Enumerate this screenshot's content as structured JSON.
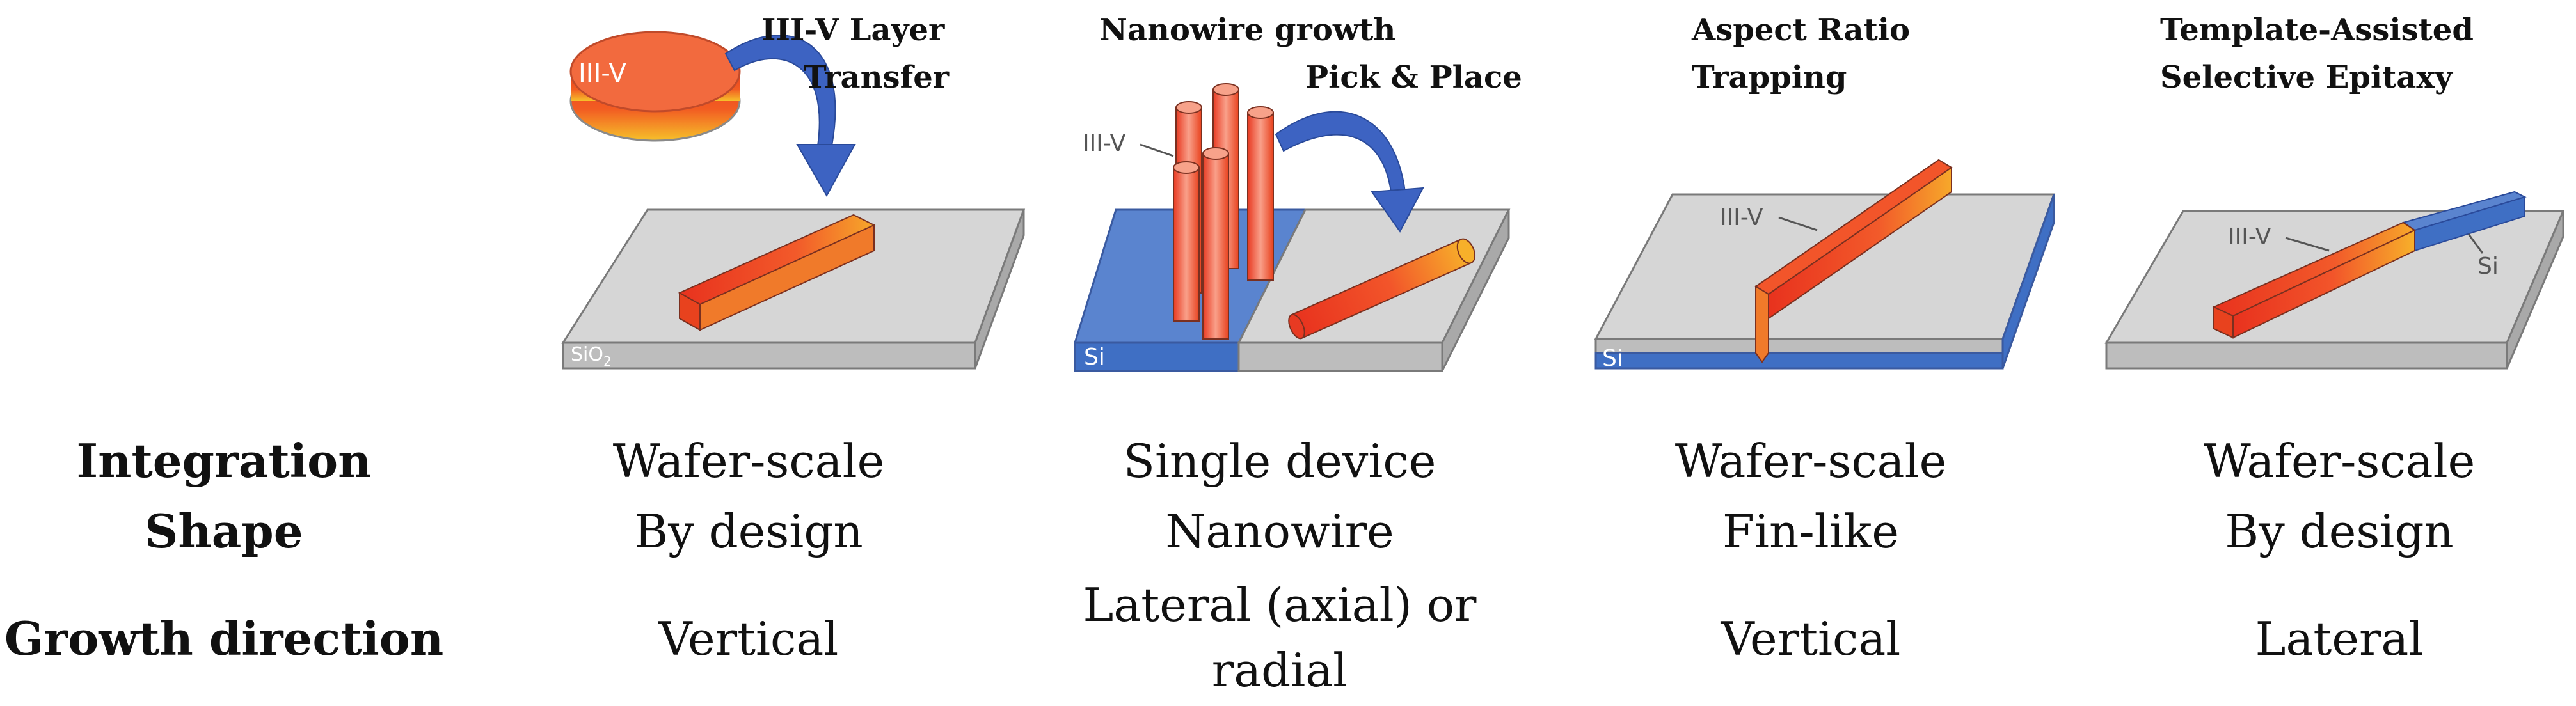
{
  "panels": [
    {
      "title_lines": [
        "III-V Layer",
        "Transfer"
      ],
      "labels": {
        "disk": "III-V",
        "substrate": "SiO2"
      }
    },
    {
      "title_lines": [
        "Nanowire growth",
        "Pick & Place"
      ],
      "labels": {
        "material": "III-V",
        "substrate": "Si"
      }
    },
    {
      "title_lines": [
        "Aspect Ratio",
        "Trapping"
      ],
      "labels": {
        "material": "III-V",
        "substrate": "Si"
      }
    },
    {
      "title_lines": [
        "Template-Assisted",
        "Selective Epitaxy"
      ],
      "labels": {
        "material": "III-V",
        "seed": "Si"
      }
    }
  ],
  "table": {
    "row_labels": [
      "Integration",
      "Shape",
      "Growth direction"
    ],
    "columns": [
      {
        "integration": "Wafer-scale",
        "shape": "By design",
        "growth": "Vertical"
      },
      {
        "integration": "Single device",
        "shape": "Nanowire",
        "growth_line1": "Lateral (axial) or",
        "growth_line2": "radial"
      },
      {
        "integration": "Wafer-scale",
        "shape": "Fin-like",
        "growth": "Vertical"
      },
      {
        "integration": "Wafer-scale",
        "shape": "By design",
        "growth": "Lateral"
      }
    ]
  },
  "colors": {
    "substrate_top": "#d4d4d4",
    "substrate_side": "#b8b8b8",
    "si_blue": "#3f6fc4",
    "arrow_blue": "#3d63c2",
    "iii_v_red": "#f04a2a",
    "iii_v_orange": "#f5a623"
  }
}
